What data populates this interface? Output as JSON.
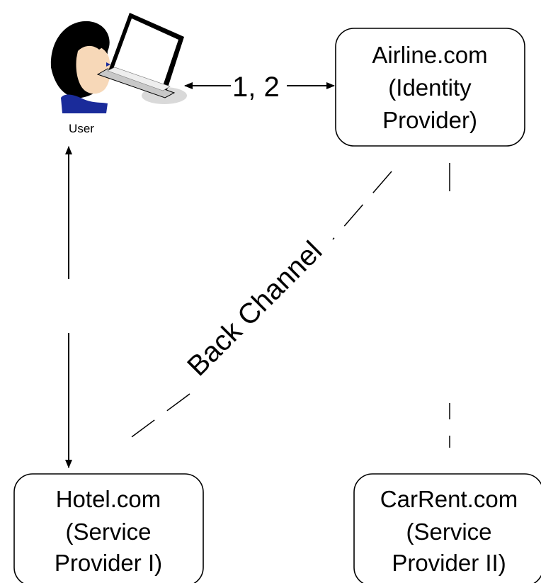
{
  "user": {
    "label": "User"
  },
  "nodes": {
    "airline": {
      "lines": [
        "Airline.com",
        "(Identity",
        "Provider)"
      ]
    },
    "hotel": {
      "lines": [
        "Hotel.com",
        "(Service",
        "Provider I)"
      ]
    },
    "carrent": {
      "lines": [
        "CarRent.com",
        "(Service",
        "Provider II)"
      ]
    }
  },
  "edges": {
    "user_airline": {
      "label": "1, 2"
    },
    "back_channel": {
      "label": "Back Channel"
    }
  },
  "icons": [
    "person-icon",
    "laptop-icon"
  ]
}
